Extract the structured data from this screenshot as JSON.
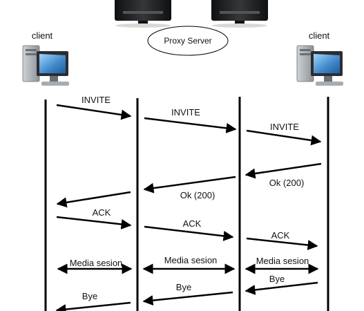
{
  "actors": {
    "left_client": {
      "label": "client",
      "icon": "computer-icon"
    },
    "right_client": {
      "label": "client",
      "icon": "computer-icon"
    },
    "proxy_a": {
      "icon": "server-icon"
    },
    "proxy_b": {
      "icon": "server-icon"
    },
    "proxy_label": "Proxy Server"
  },
  "messages": {
    "invite_1": "INVITE",
    "invite_2": "INVITE",
    "invite_3": "INVITE",
    "ok_1": "Ok (200)",
    "ok_2": "Ok (200)",
    "ack_1": "ACK",
    "ack_2": "ACK",
    "ack_3": "ACK",
    "media_1": "Media sesion",
    "media_2": "Media sesion",
    "media_3": "Media sesion",
    "bye_1": "Bye",
    "bye_2": "Bye",
    "bye_3": "Bye"
  },
  "colors": {
    "line": "#000000",
    "server_body": "#1f2022",
    "monitor_screen": "#3f86c8"
  }
}
